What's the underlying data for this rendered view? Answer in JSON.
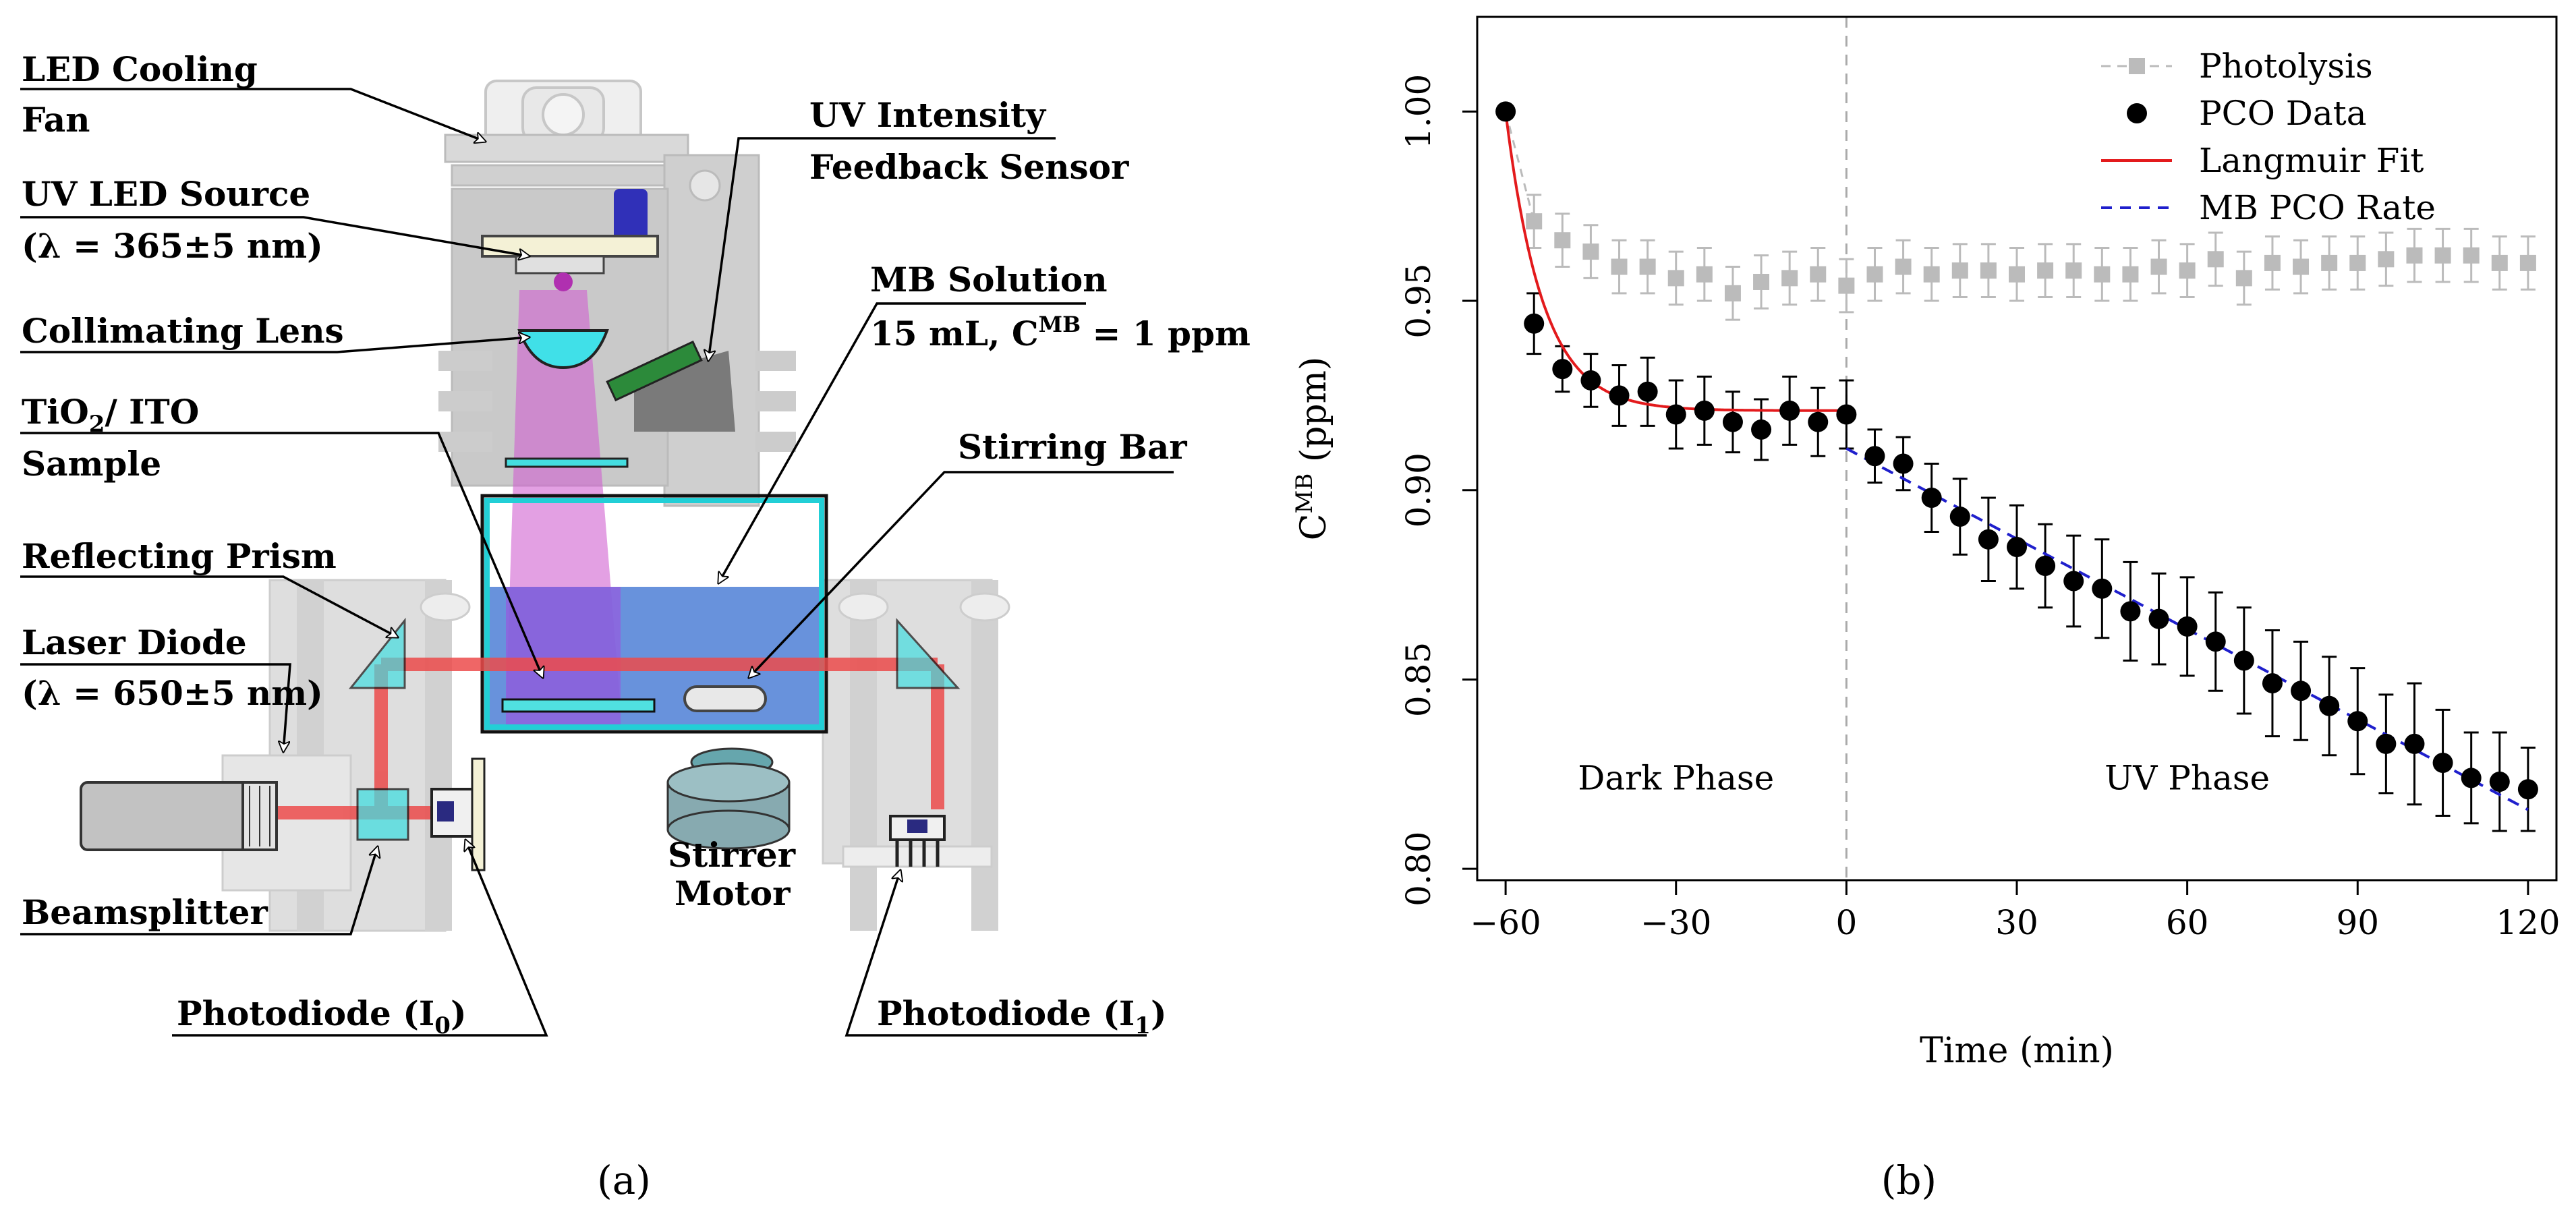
{
  "panel_a": {
    "caption": "(a)",
    "labels": {
      "led_cooling_1": "LED Cooling",
      "led_cooling_2": "Fan",
      "uv_led_1": "UV LED Source",
      "uv_led_2": "(λ = 365±5 nm)",
      "collimating": "Collimating Lens",
      "tio2_1a": "TiO",
      "tio2_1sub": "2",
      "tio2_1b": "/ ITO",
      "tio2_2": "Sample",
      "prism": "Reflecting Prism",
      "laser_1": "Laser Diode",
      "laser_2": "(λ = 650±5 nm)",
      "beamsplitter": "Beamsplitter",
      "pd0_a": "Photodiode (I",
      "pd0_sub": "0",
      "pd0_b": ")",
      "uvi_1": "UV Intensity",
      "uvi_2": "Feedback Sensor",
      "mb_1": "MB Solution",
      "mb_2a": "15 mL, C",
      "mb_2sup": "MB",
      "mb_2b": " = 1 ppm",
      "stirbar": "Stirring Bar",
      "stirrer_1": "Stirrer",
      "stirrer_2": "Motor",
      "pd1_a": "Photodiode (I",
      "pd1_sub": "1",
      "pd1_b": ")"
    }
  },
  "panel_b": {
    "caption": "(b)"
  },
  "chart_data": {
    "type": "scatter",
    "xlabel": "Time (min)",
    "ylabel_main": "C",
    "ylabel_sup": "MB",
    "ylabel_unit": " (ppm)",
    "xlim": [
      -65,
      125
    ],
    "ylim": [
      0.797,
      1.025
    ],
    "xticks": [
      -60,
      -30,
      0,
      30,
      60,
      90,
      120
    ],
    "xtick_labels": [
      "−60",
      "−30",
      "0",
      "30",
      "60",
      "90",
      "120"
    ],
    "yticks": [
      0.8,
      0.85,
      0.9,
      0.95,
      1.0
    ],
    "ytick_labels": [
      "0.80",
      "0.85",
      "0.90",
      "0.95",
      "1.00"
    ],
    "vline_x": 0,
    "phase_labels": [
      {
        "text": "Dark Phase",
        "x": -30,
        "y": 0.821
      },
      {
        "text": "UV Phase",
        "x": 60,
        "y": 0.821
      }
    ],
    "legend": {
      "position": "top-right",
      "entries": [
        "Photolysis",
        "PCO Data",
        "Langmuir Fit",
        "MB PCO Rate"
      ]
    },
    "colors": {
      "photolysis": "#bbbbbb",
      "pco": "#000000",
      "langmuir": "#e31a1c",
      "rate": "#1f1fcc",
      "vline": "#aaaaaa"
    },
    "series": [
      {
        "name": "Photolysis",
        "x": [
          -55,
          -50,
          -45,
          -40,
          -35,
          -30,
          -25,
          -20,
          -15,
          -10,
          -5,
          0,
          5,
          10,
          15,
          20,
          25,
          30,
          35,
          40,
          45,
          50,
          55,
          60,
          65,
          70,
          75,
          80,
          85,
          90,
          95,
          100,
          105,
          110,
          115,
          120
        ],
        "y": [
          0.971,
          0.966,
          0.963,
          0.959,
          0.959,
          0.956,
          0.957,
          0.952,
          0.955,
          0.956,
          0.957,
          0.954,
          0.957,
          0.959,
          0.957,
          0.958,
          0.958,
          0.957,
          0.958,
          0.958,
          0.957,
          0.957,
          0.959,
          0.958,
          0.961,
          0.956,
          0.96,
          0.959,
          0.96,
          0.96,
          0.961,
          0.962,
          0.962,
          0.962,
          0.96,
          0.96
        ],
        "err": 0.007
      },
      {
        "name": "PCO Data",
        "x": [
          -60,
          -55,
          -50,
          -45,
          -40,
          -35,
          -30,
          -25,
          -20,
          -15,
          -10,
          -5,
          0,
          5,
          10,
          15,
          20,
          25,
          30,
          35,
          40,
          45,
          50,
          55,
          60,
          65,
          70,
          75,
          80,
          85,
          90,
          95,
          100,
          105,
          110,
          115,
          120
        ],
        "y": [
          1.0,
          0.944,
          0.932,
          0.929,
          0.925,
          0.926,
          0.92,
          0.921,
          0.918,
          0.916,
          0.921,
          0.918,
          0.92,
          0.909,
          0.907,
          0.898,
          0.893,
          0.887,
          0.885,
          0.88,
          0.876,
          0.874,
          0.868,
          0.866,
          0.864,
          0.86,
          0.855,
          0.849,
          0.847,
          0.843,
          0.839,
          0.833,
          0.833,
          0.828,
          0.824,
          0.823,
          0.821
        ],
        "err": [
          0,
          0.008,
          0.006,
          0.007,
          0.008,
          0.009,
          0.009,
          0.009,
          0.008,
          0.008,
          0.009,
          0.009,
          0.009,
          0.007,
          0.007,
          0.009,
          0.01,
          0.011,
          0.011,
          0.011,
          0.012,
          0.013,
          0.013,
          0.012,
          0.013,
          0.013,
          0.014,
          0.014,
          0.013,
          0.013,
          0.014,
          0.013,
          0.016,
          0.014,
          0.012,
          0.013,
          0.011
        ]
      },
      {
        "name": "Langmuir Fit",
        "fn": "exp",
        "x_range": [
          -60,
          0
        ],
        "params": {
          "x0": -60,
          "y0": 1.0,
          "y_inf": 0.921,
          "tau": 6.5
        }
      },
      {
        "name": "MB PCO Rate",
        "fn": "linear",
        "x_range": [
          0,
          120
        ],
        "params": {
          "y_at_0": 0.911,
          "slope": -0.000795
        }
      }
    ]
  }
}
